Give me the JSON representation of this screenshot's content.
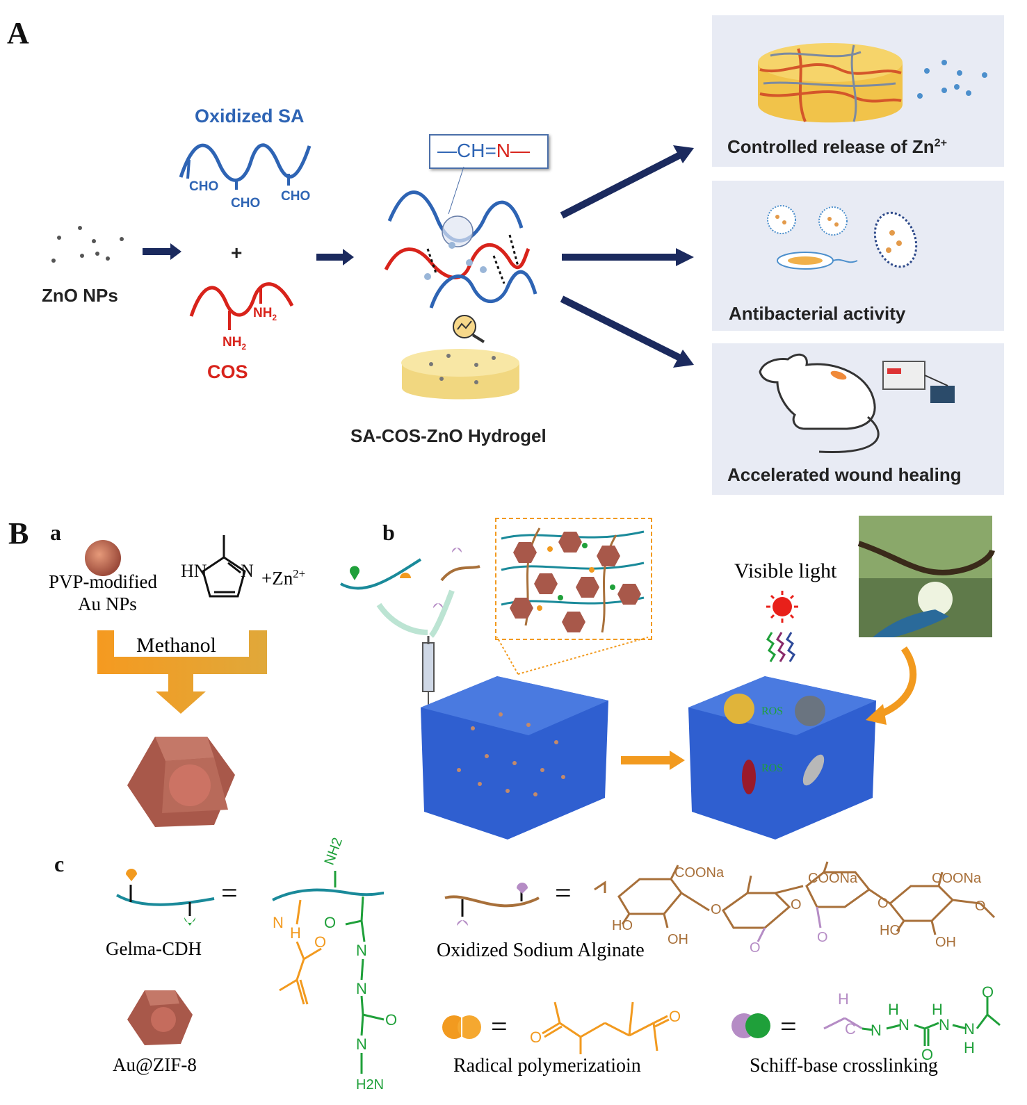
{
  "panel_a": {
    "letter": "A",
    "oxidized_sa": "Oxidized SA",
    "cho_labels": [
      "CHO",
      "CHO",
      "CHO"
    ],
    "plus": "+",
    "nh2": "NH",
    "nh2_sub": "2",
    "cos": "COS",
    "zno": "ZnO NPs",
    "bond": "—CH=N—",
    "bond_ch": "—CH=",
    "bond_n": "N—",
    "hydrogel": "SA-COS-ZnO Hydrogel",
    "outcomes": [
      {
        "text": "Controlled release of Zn",
        "sup": "2+"
      },
      {
        "text": "Antibacterial activity",
        "sup": ""
      },
      {
        "text": "Accelerated wound healing",
        "sup": ""
      }
    ]
  },
  "panel_b": {
    "letter": "B",
    "sub_a": "a",
    "sub_b": "b",
    "sub_c": "c",
    "pvp_line1": "PVP-modified",
    "pvp_line2": "Au NPs",
    "zn": "+Zn",
    "zn_sup": "2+",
    "methanol": "Methanol",
    "visible_light": "Visible light",
    "ros": "ROS",
    "gelma": "Gelma-CDH",
    "au_zif": "Au@ZIF-8",
    "osa": "Oxidized  Sodium Alginate",
    "coona": "COONa",
    "oh": "OH",
    "ho": "HO",
    "radical": "Radical polymerizatioin",
    "schiff": "Schiff-base crosslinking",
    "equals": "="
  },
  "colors": {
    "blue_chain": "#2e64b4",
    "red_chain": "#d8231b",
    "navy_arrow": "#1b2a5e",
    "box_bg": "#e8ebf4",
    "gel_blue": "#2f5fd0",
    "orange": "#f29a1f",
    "brown": "#a8703a",
    "green": "#1fa03a",
    "purple": "#b58cc5"
  }
}
